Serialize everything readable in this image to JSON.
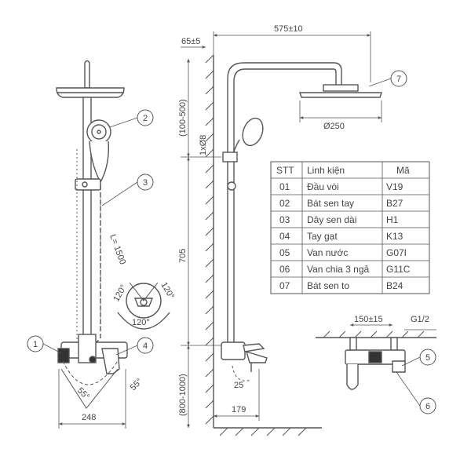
{
  "dimensions": {
    "wall_offset": "65±5",
    "top_width": "575±10",
    "head_diameter": "Ø250",
    "height_adjust": "(100-500)",
    "hose_clip": "1xØ8",
    "rail_height": "705",
    "mount_height": "(800-1000)",
    "spout_reach": "179",
    "spout_angle": "25",
    "hose_length": "L= 1500",
    "angle_120_a": "120°",
    "angle_120_b": "120°",
    "angle_120_c": "120°",
    "angle_55_left": "55°",
    "angle_55_right": "55°",
    "front_width": "248",
    "inlet_spacing": "150±15",
    "thread": "G1/2"
  },
  "callouts": [
    "1",
    "2",
    "3",
    "4",
    "5",
    "6",
    "7"
  ],
  "parts_table": {
    "headers": [
      "STT",
      "Linh kiện",
      "Mã"
    ],
    "rows": [
      [
        "01",
        "Đầu vòi",
        "V19"
      ],
      [
        "02",
        "Bát sen tay",
        "B27"
      ],
      [
        "03",
        "Dây sen dài",
        "H1"
      ],
      [
        "04",
        "Tay gạt",
        "K13"
      ],
      [
        "05",
        "Van nước",
        "G07I"
      ],
      [
        "06",
        "Van chia 3 ngả",
        "G11C"
      ],
      [
        "07",
        "Bát sen to",
        "B24"
      ]
    ]
  },
  "colors": {
    "line": "#555555",
    "text": "#444444",
    "hatch": "#777777"
  }
}
